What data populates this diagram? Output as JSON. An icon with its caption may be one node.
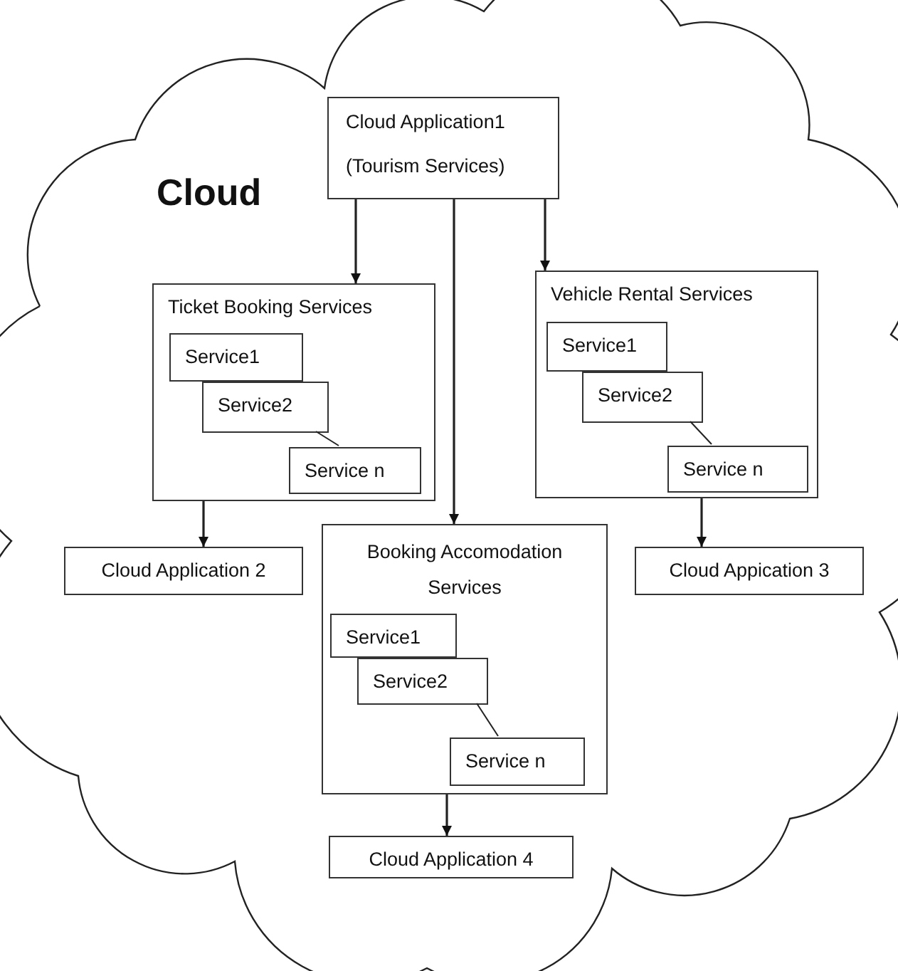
{
  "diagram": {
    "nodes": [
      {
        "text": [
          "Cloud"
        ]
      },
      {
        "text": [
          "Cloud Application1",
          "(Tourism Services)"
        ],
        "in": 0
      },
      {
        "text": [
          "Ticket Booking Services"
        ],
        "in": 0
      },
      {
        "text": [
          "Service1"
        ],
        "in": 2
      },
      {
        "text": [
          "Service2"
        ],
        "in": 2
      },
      {
        "text": [
          "Service n"
        ],
        "in": 2
      },
      {
        "text": [
          "Vehicle Rental Services"
        ],
        "in": 0
      },
      {
        "text": [
          "Service1"
        ],
        "in": 6
      },
      {
        "text": [
          "Service2"
        ],
        "in": 6
      },
      {
        "text": [
          "Service n"
        ],
        "in": 6
      },
      {
        "text": [
          "Cloud Application 2"
        ],
        "in": 0
      },
      {
        "text": [
          "Booking Accomodation Services"
        ],
        "in": 0
      },
      {
        "text": [
          "Service1"
        ],
        "in": 11
      },
      {
        "text": [
          "Service2"
        ],
        "in": 11
      },
      {
        "text": [
          "Service n"
        ],
        "in": 11
      },
      {
        "text": [
          "Cloud Appication 3"
        ],
        "in": 0
      },
      {
        "text": [
          "Cloud Application 4"
        ],
        "in": 0
      }
    ],
    "edges": [
      {
        "from": 1,
        "to": 2,
        "arrow": "to"
      },
      {
        "from": 1,
        "to": 11,
        "arrow": "to"
      },
      {
        "from": 1,
        "to": 6,
        "arrow": "to"
      },
      {
        "from": 2,
        "to": 10,
        "arrow": "to"
      },
      {
        "from": 6,
        "to": 15,
        "arrow": "to"
      },
      {
        "from": 11,
        "to": 16,
        "arrow": "to"
      },
      {
        "from": 4,
        "to": 5,
        "arrow": "none"
      },
      {
        "from": 8,
        "to": 9,
        "arrow": "none"
      },
      {
        "from": 13,
        "to": 14,
        "arrow": "none"
      }
    ]
  }
}
